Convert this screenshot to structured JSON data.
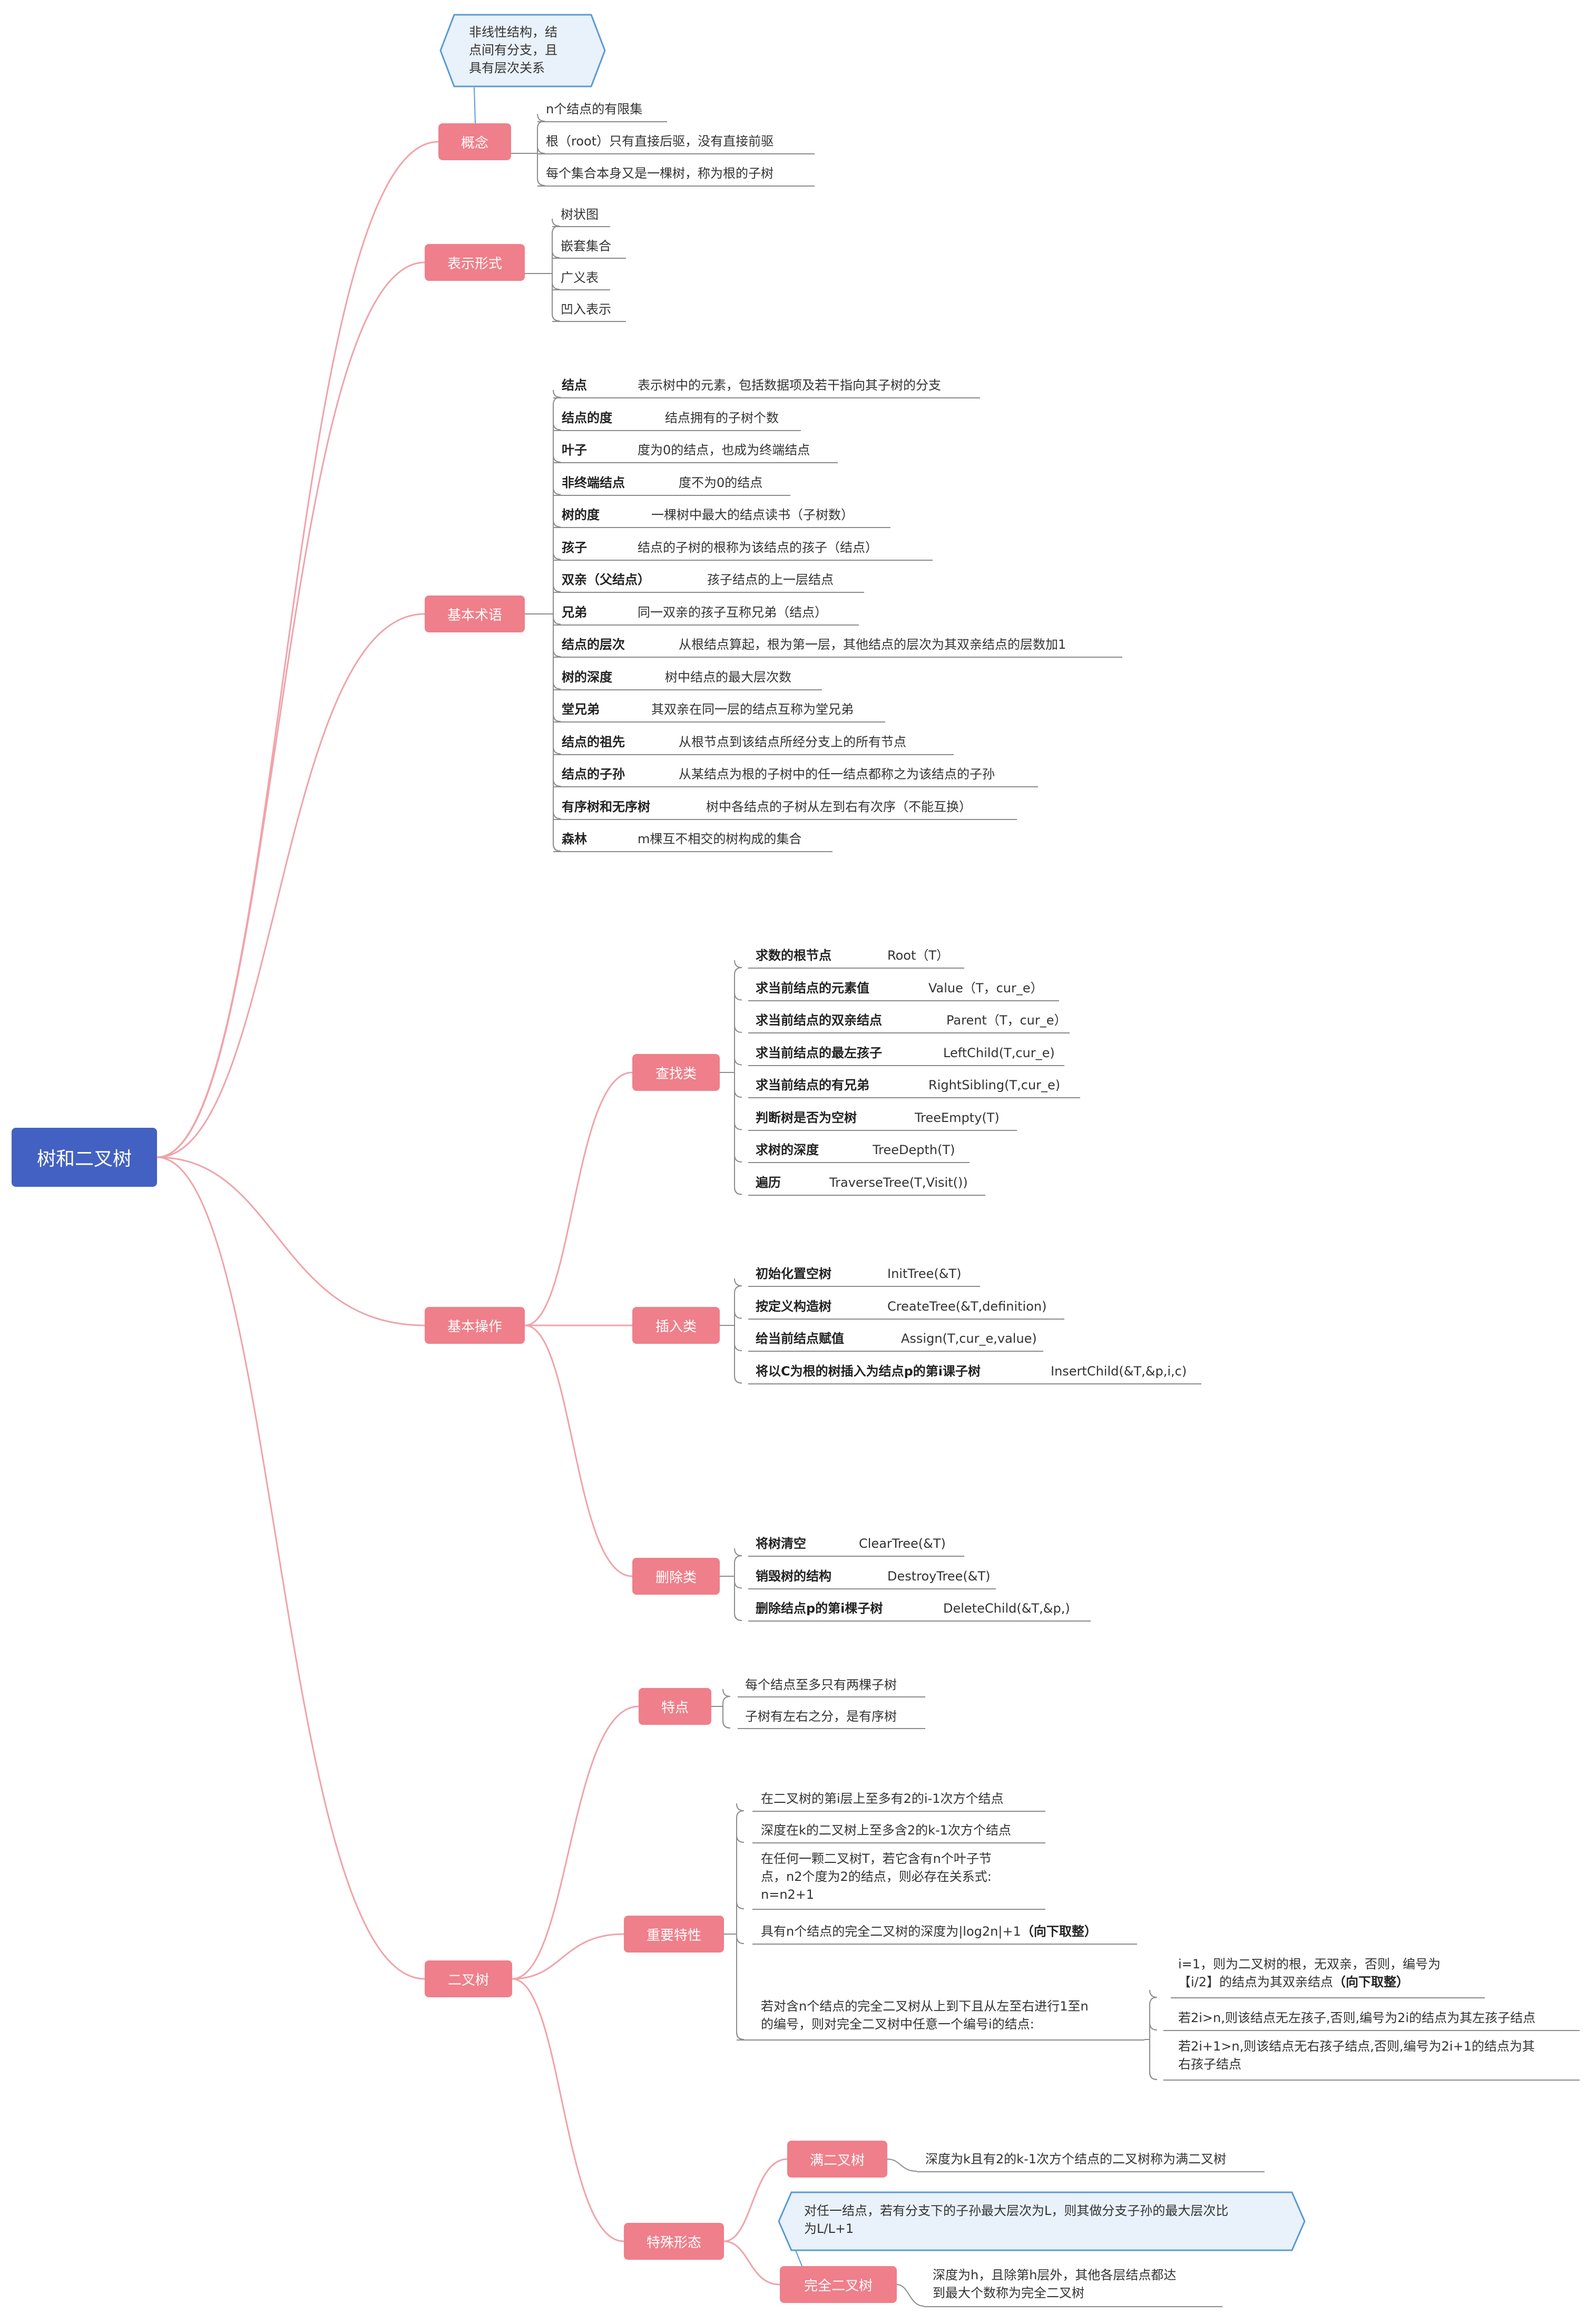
{
  "root": "树和二叉树",
  "colors": {
    "root": "#4361c2",
    "branch": "#ef7f8a",
    "link": "#f0a3aa",
    "callout_fill": "#e9f1fa",
    "callout_border": "#5b9bd5"
  },
  "concept": {
    "label": "概念",
    "note": [
      "非线性结构，结",
      "点间有分支，且",
      "具有层次关系"
    ],
    "items": [
      "n个结点的有限集",
      "根（root）只有直接后驱，没有直接前驱",
      "每个集合本身又是一棵树，称为根的子树"
    ]
  },
  "representation": {
    "label": "表示形式",
    "items": [
      "树状图",
      "嵌套集合",
      "广义表",
      "凹入表示"
    ]
  },
  "terms": {
    "label": "基本术语",
    "items": [
      {
        "term": "结点",
        "desc": "表示树中的元素，包括数据项及若干指向其子树的分支"
      },
      {
        "term": "结点的度",
        "desc": "结点拥有的子树个数"
      },
      {
        "term": "叶子",
        "desc": "度为0的结点，也成为终端结点"
      },
      {
        "term": "非终端结点",
        "desc": "度不为0的结点"
      },
      {
        "term": "树的度",
        "desc": "一棵树中最大的结点读书（子树数）"
      },
      {
        "term": "孩子",
        "desc": "结点的子树的根称为该结点的孩子（结点）"
      },
      {
        "term": "双亲（父结点）",
        "desc": "孩子结点的上一层结点"
      },
      {
        "term": "兄弟",
        "desc": "同一双亲的孩子互称兄弟（结点）"
      },
      {
        "term": "结点的层次",
        "desc": "从根结点算起，根为第一层，其他结点的层次为其双亲结点的层数加1"
      },
      {
        "term": "树的深度",
        "desc": "树中结点的最大层次数"
      },
      {
        "term": "堂兄弟",
        "desc": "其双亲在同一层的结点互称为堂兄弟"
      },
      {
        "term": "结点的祖先",
        "desc": "从根节点到该结点所经分支上的所有节点"
      },
      {
        "term": "结点的子孙",
        "desc": "从某结点为根的子树中的任一结点都称之为该结点的子孙"
      },
      {
        "term": "有序树和无序树",
        "desc": "树中各结点的子树从左到右有次序（不能互换）"
      },
      {
        "term": "森林",
        "desc": "m棵互不相交的树构成的集合"
      }
    ]
  },
  "operations": {
    "label": "基本操作",
    "find": {
      "label": "查找类",
      "items": [
        {
          "name": "求数的根节点",
          "func": "Root（T）"
        },
        {
          "name": "求当前结点的元素值",
          "func": "Value（T，cur_e）"
        },
        {
          "name": "求当前结点的双亲结点",
          "func": "Parent（T，cur_e）"
        },
        {
          "name": "求当前结点的最左孩子",
          "func": "LeftChild(T,cur_e)"
        },
        {
          "name": "求当前结点的有兄弟",
          "func": "RightSibling(T,cur_e)"
        },
        {
          "name": "判断树是否为空树",
          "func": "TreeEmpty(T)"
        },
        {
          "name": "求树的深度",
          "func": "TreeDepth(T)"
        },
        {
          "name": "遍历",
          "func": "TraverseTree(T,Visit())"
        }
      ]
    },
    "insert": {
      "label": "插入类",
      "items": [
        {
          "name": "初始化置空树",
          "func": "InitTree(&T)"
        },
        {
          "name": "按定义构造树",
          "func": "CreateTree(&T,definition)"
        },
        {
          "name": "给当前结点赋值",
          "func": "Assign(T,cur_e,value)"
        },
        {
          "name": "将以C为根的树插入为结点p的第i课子树",
          "func": "InsertChild(&T,&p,i,c)"
        }
      ]
    },
    "delete": {
      "label": "删除类",
      "items": [
        {
          "name": "将树清空",
          "func": "ClearTree(&T)"
        },
        {
          "name": "销毁树的结构",
          "func": "DestroyTree(&T)"
        },
        {
          "name": "删除结点p的第i棵子树",
          "func": "DeleteChild(&T,&p,)"
        }
      ]
    }
  },
  "binary": {
    "label": "二叉树",
    "features": {
      "label": "特点",
      "items": [
        "每个结点至多只有两棵子树",
        "子树有左右之分，是有序树"
      ]
    },
    "properties": {
      "label": "重要特性",
      "p1": "在二叉树的第i层上至多有2的i-1次方个结点",
      "p2": "深度在k的二叉树上至多含2的k-1次方个结点",
      "p3": [
        "在任何一颗二叉树T，若它含有n个叶子节",
        "点，n2个度为2的结点，则必存在关系式:",
        "n=n2+1"
      ],
      "p4_text": "具有n个结点的完全二叉树的深度为|log2n|+1",
      "p4_bold": "（向下取整）",
      "p5": [
        "若对含n个结点的完全二叉树从上到下且从左至右进行1至n",
        "的编号，则对完全二叉树中任意一个编号i的结点:"
      ],
      "sub1_lines": [
        "i=1，则为二叉树的根，无双亲，否则，编号为",
        "【i/2】的结点为其双亲结点"
      ],
      "sub1_bold": "（向下取整）",
      "sub2": "若2i>n,则该结点无左孩子,否则,编号为2i的结点为其左孩子结点",
      "sub3": [
        "若2i+1>n,则该结点无右孩子结点,否则,编号为2i+1的结点为其",
        "右孩子结点"
      ]
    },
    "special": {
      "label": "特殊形态",
      "full": {
        "label": "满二叉树",
        "desc": "深度为k且有2的k-1次方个结点的二叉树称为满二叉树"
      },
      "complete": {
        "label": "完全二叉树",
        "desc": [
          "深度为h，且除第h层外，其他各层结点都达",
          "到最大个数称为完全二叉树"
        ],
        "note": [
          "对任一结点，若有分支下的子孙最大层次为L，则其做分支子孙的最大层次比",
          "为L/L+1"
        ]
      }
    }
  }
}
